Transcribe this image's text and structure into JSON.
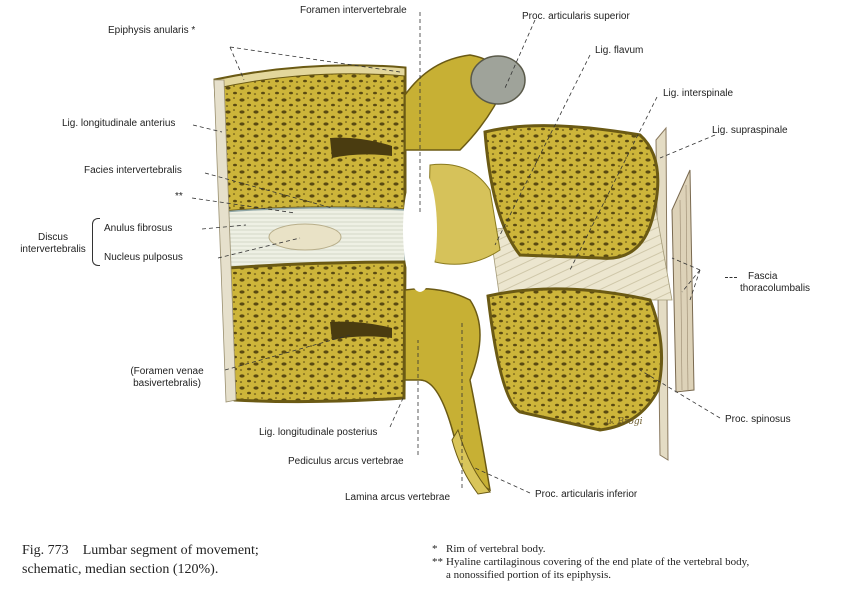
{
  "labels": {
    "epiphysis_anularis": "Epiphysis anularis *",
    "foramen_intervertebrale": "Foramen intervertebrale",
    "proc_articularis_superior": "Proc. articularis superior",
    "lig_flavum": "Lig. flavum",
    "lig_interspinale": "Lig. interspinale",
    "lig_supraspinale": "Lig. supraspinale",
    "lig_longitudinale_anterius": "Lig. longitudinale anterius",
    "facies_intervertebralis": "Facies intervertebralis",
    "double_star": "**",
    "discus_line1": "Discus",
    "discus_line2": "intervertebralis",
    "anulus_fibrosus": "Anulus fibrosus",
    "nucleus_pulposus": "Nucleus pulposus",
    "fascia_line1": "Fascia",
    "fascia_line2": "thoracolumbalis",
    "foramen_venae_line1": "(Foramen venae",
    "foramen_venae_line2": "basivertebralis)",
    "proc_spinosus": "Proc. spinosus",
    "lig_longitudinale_posterius": "Lig. longitudinale posterius",
    "pediculus_arcus_vertebrae": "Pediculus arcus vertebrae",
    "lamina_arcus_vertebrae": "Lamina arcus vertebrae",
    "proc_articularis_inferior": "Proc. articularis inferior"
  },
  "signature": "u. Brogi",
  "caption": {
    "number": "Fig. 773",
    "line1": "Lumbar segment of movement;",
    "line2": "schematic, median section (120%)."
  },
  "notes": {
    "star_marker": "*",
    "star_text": "Rim of vertebral body.",
    "double_star_marker": "**",
    "double_star_line1": "Hyaline cartilaginous covering of the end plate of the vertebral body,",
    "double_star_line2": "a nonossified portion of its epiphysis."
  },
  "colors": {
    "bone": "#c9b236",
    "bone_light": "#d9c55a",
    "cortex": "#8a7a1e",
    "disc": "#e9ecdc",
    "ligament": "#e8e2c8",
    "ink": "#222222"
  }
}
